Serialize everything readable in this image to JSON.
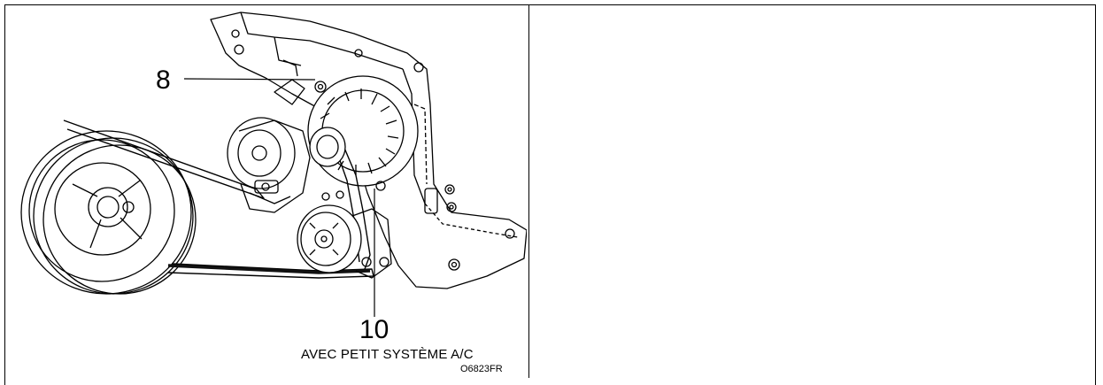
{
  "figure": {
    "callouts": {
      "c8": "8",
      "c10": "10"
    },
    "caption": "AVEC PETIT SYSTÈME A/C",
    "code": "O6823FR"
  }
}
